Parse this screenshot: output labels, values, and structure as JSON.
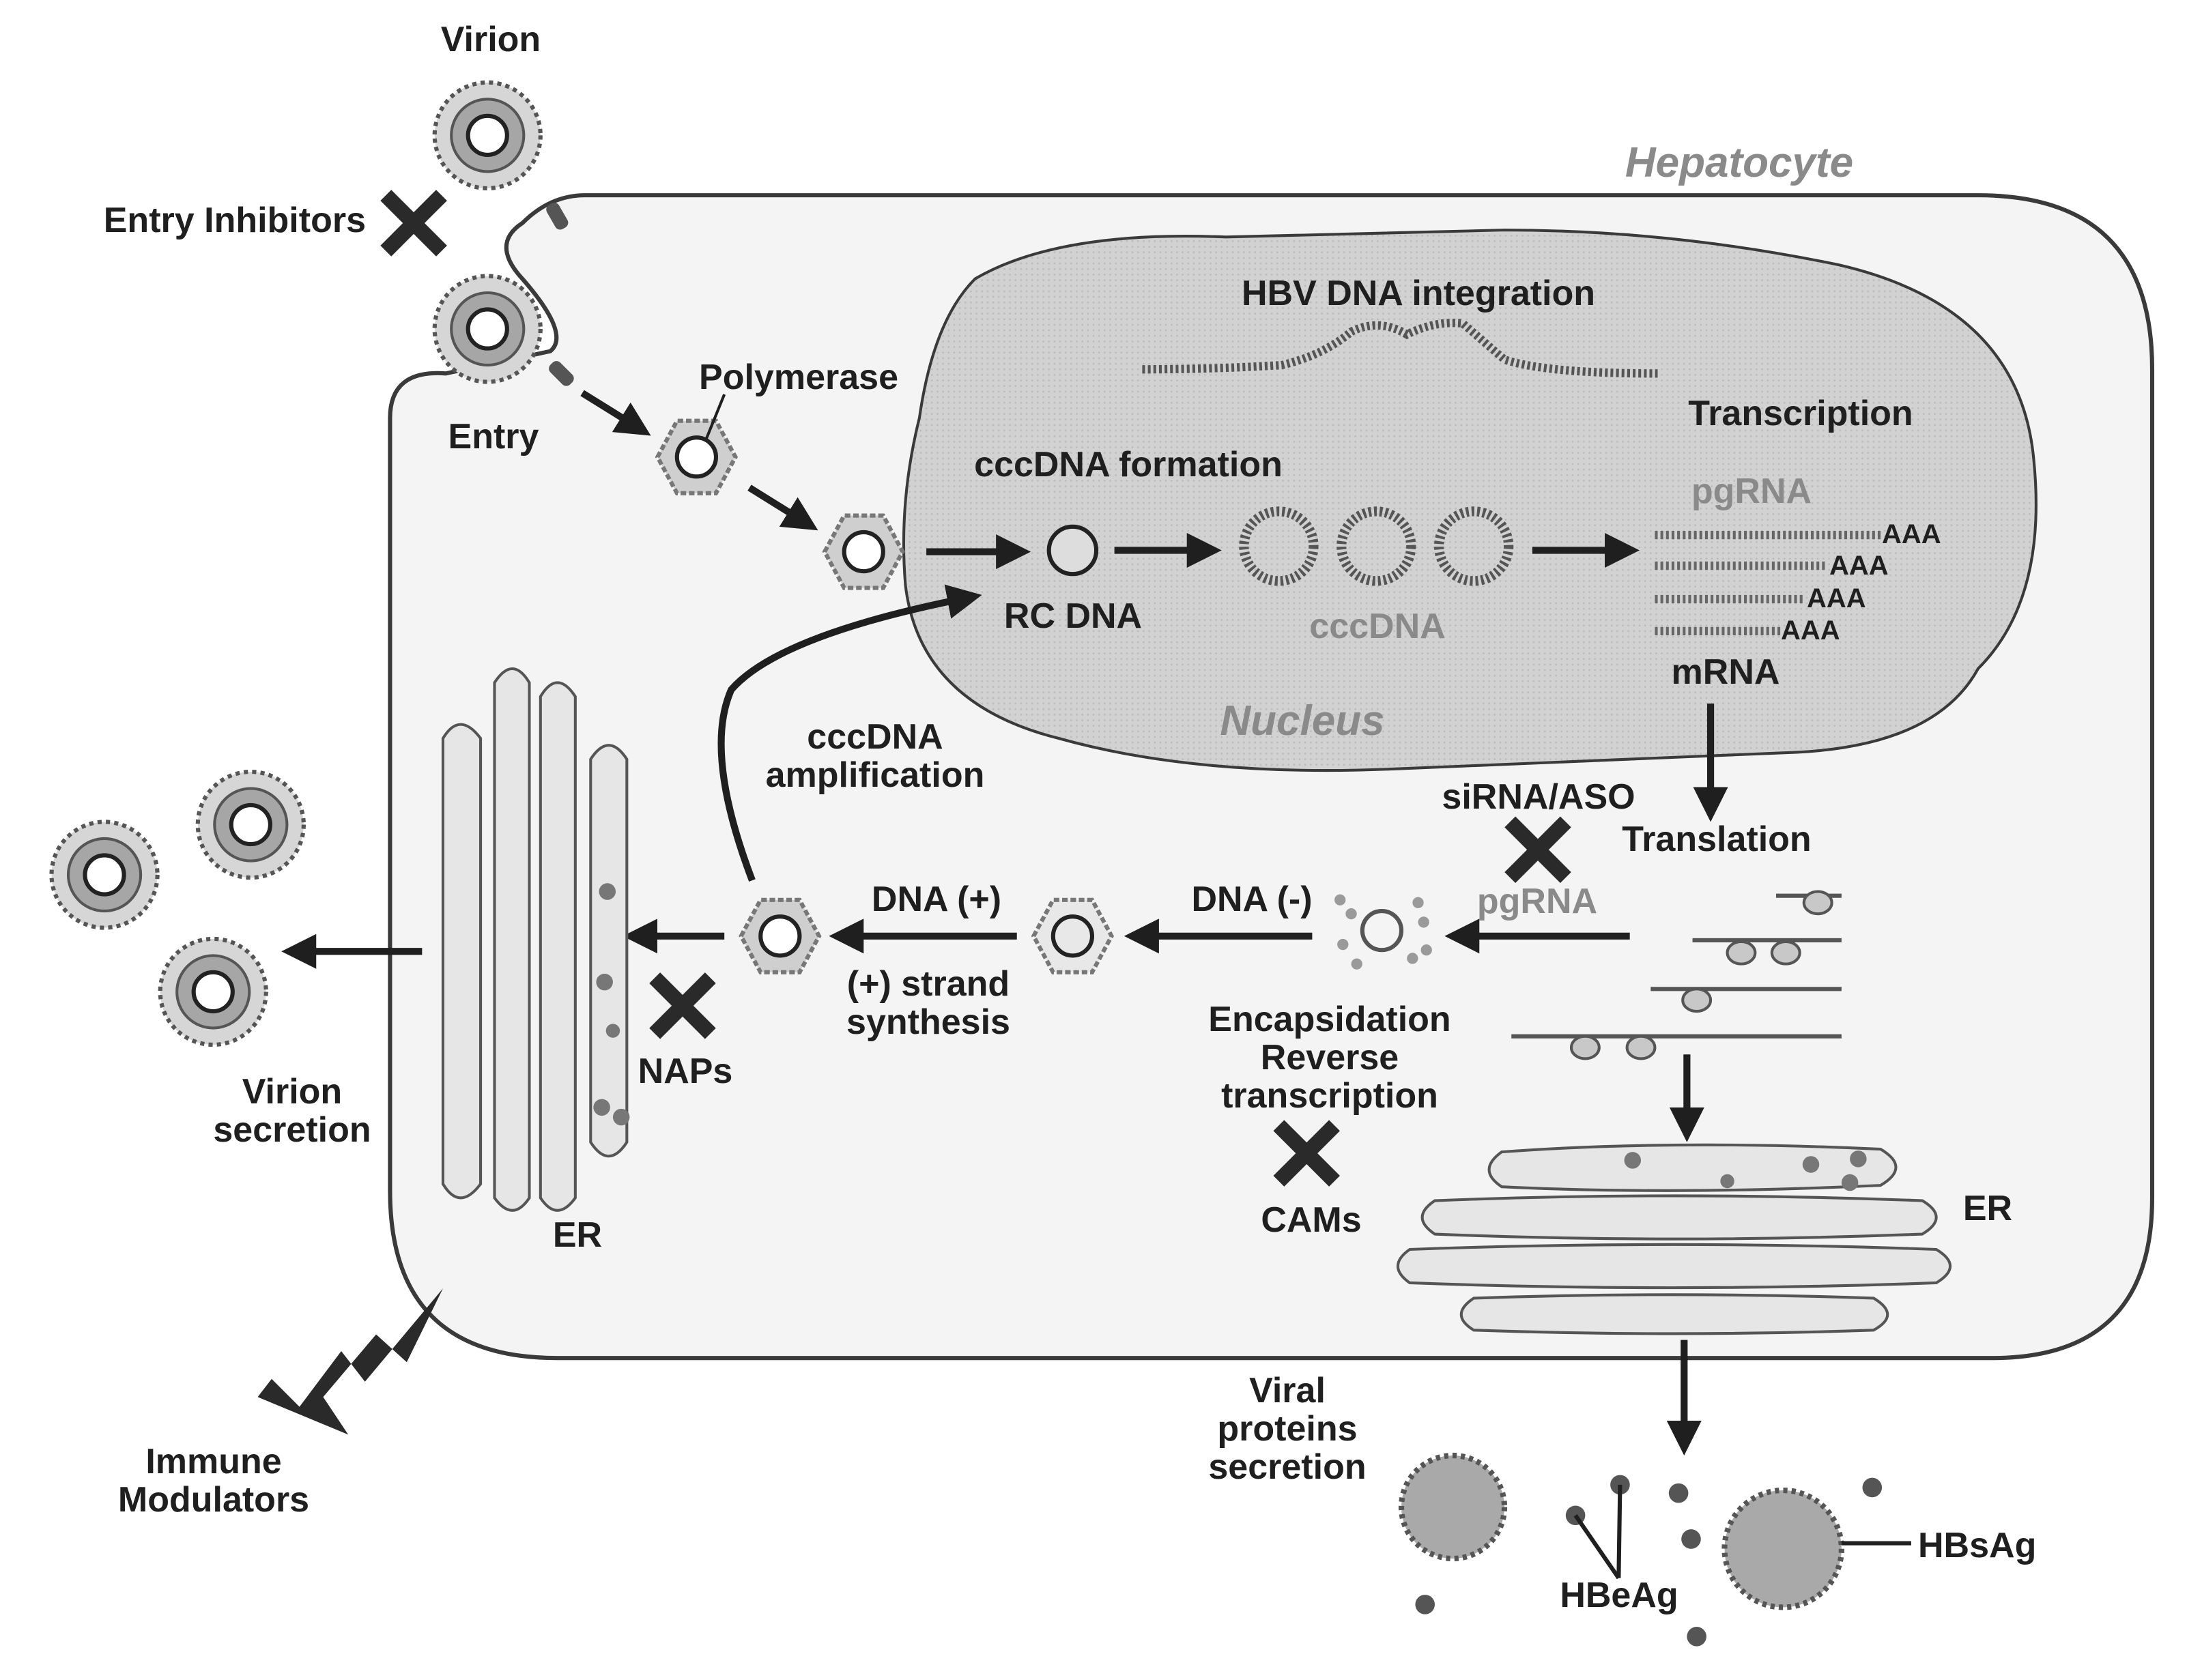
{
  "labels": {
    "virion": "Virion",
    "hepatocyte": "Hepatocyte",
    "entry_inhibitors": "Entry Inhibitors",
    "entry": "Entry",
    "polymerase": "Polymerase",
    "hbv_dna_integration": "HBV DNA integration",
    "transcription": "Transcription",
    "cccdna_formation": "cccDNA formation",
    "rc_dna": "RC DNA",
    "cccdna": "cccDNA",
    "pgrna_nucleus": "pgRNA",
    "aaa": "AAA",
    "mrna": "mRNA",
    "nucleus": "Nucleus",
    "cccdna_amplification_1": "cccDNA",
    "cccdna_amplification_2": "amplification",
    "sirna_aso": "siRNA/ASO",
    "translation": "Translation",
    "dna_plus": "DNA (+)",
    "dna_minus": "DNA (-)",
    "pgrna_cytoplasm": "pgRNA",
    "plus_strand_1": "(+) strand",
    "plus_strand_2": "synthesis",
    "encapsidation": "Encapsidation",
    "reverse": "Reverse",
    "rt_transcription": "transcription",
    "naps": "NAPs",
    "cams": "CAMs",
    "virion_secretion_1": "Virion",
    "virion_secretion_2": "secretion",
    "er_left": "ER",
    "er_right": "ER",
    "viral_proteins_1": "Viral",
    "viral_proteins_2": "proteins",
    "viral_proteins_3": "secretion",
    "immune_1": "Immune",
    "immune_2": "Modulators",
    "hbeag": "HBeAg",
    "hbsag": "HBsAg"
  },
  "colors": {
    "cell_fill": "#f2f2f2",
    "nucleus_fill": "#d4d4d4",
    "outline": "#3a3a3a",
    "dark": "#1f1f1f",
    "gray_text": "#8a8a8a",
    "particle_gray": "#9a9a9a",
    "er_fill": "#e4e4e4"
  }
}
